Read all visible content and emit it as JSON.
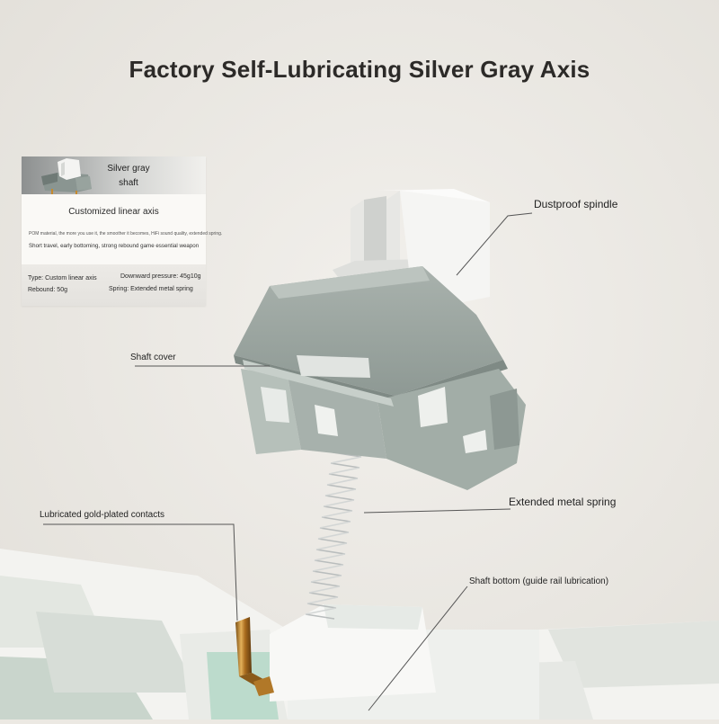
{
  "title": "Factory Self-Lubricating Silver Gray Axis",
  "card": {
    "name_line1": "Silver gray",
    "name_line2": "shaft",
    "subtitle": "Customized linear axis",
    "description_small": "POM material, the more you use it, the smoother it becomes, HiFi sound quality, extended spring.",
    "description": "Short travel, early bottoming, strong rebound game essential weapon",
    "specs": {
      "type": "Type: Custom linear axis",
      "rebound": "Rebound: 50g",
      "downward_pressure": "Downward pressure: 45g10g",
      "spring": "Spring: Extended metal spring"
    }
  },
  "callouts": {
    "dustproof_spindle": "Dustproof spindle",
    "shaft_cover": "Shaft cover",
    "extended_metal_spring": "Extended metal spring",
    "lubricated_contacts": "Lubricated gold-plated contacts",
    "shaft_bottom": "Shaft bottom (guide rail lubrication)"
  },
  "colors": {
    "background": "#ece9e3",
    "housing_green_gray": "#9aa59f",
    "stem_white": "#f3f3f1",
    "gold_contact": "#c58a2e"
  },
  "icons": {
    "switch_thumbnail": "silver-gray-switch-icon"
  }
}
